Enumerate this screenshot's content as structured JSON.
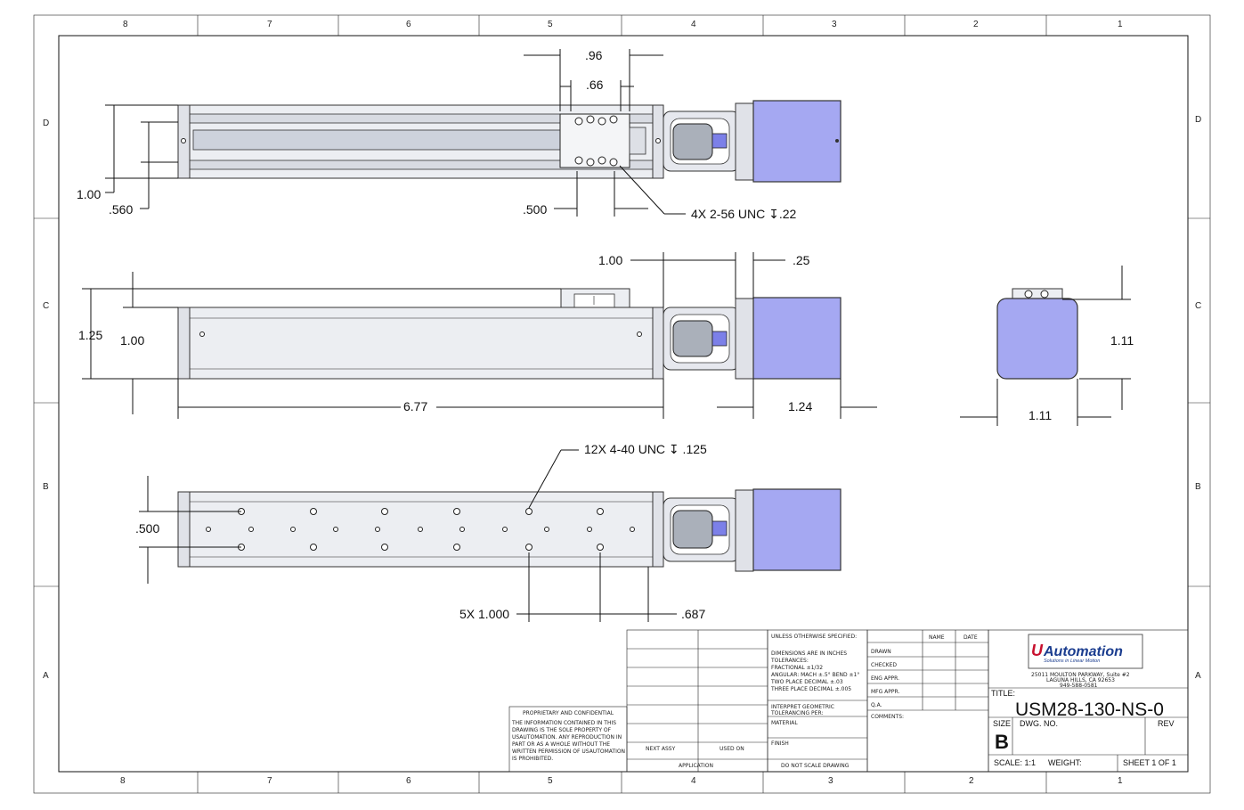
{
  "zones": {
    "columns": [
      "8",
      "7",
      "6",
      "5",
      "4",
      "3",
      "2",
      "1"
    ],
    "rows": [
      "D",
      "C",
      "B",
      "A"
    ]
  },
  "dims": {
    "top_96": ".96",
    "top_66": ".66",
    "top_100": "1.00",
    "top_560": ".560",
    "top_500": ".500",
    "top_note": "4X 2-56 UNC ↧.22",
    "mid_100": "1.00",
    "mid_25": ".25",
    "mid_125": "1.25",
    "mid_100b": "1.00",
    "mid_677": "6.77",
    "mid_124": "1.24",
    "side_111h": "1.11",
    "side_111w": "1.11",
    "bot_note": "12X 4-40 UNC  ↧ .125",
    "bot_500": ".500",
    "bot_5x": "5X 1.000",
    "bot_687": ".687"
  },
  "title_block": {
    "unless": "UNLESS OTHERWISE SPECIFIED:",
    "name": "NAME",
    "date": "DATE",
    "drawn": "DRAWN",
    "checked": "CHECKED",
    "eng_appr": "ENG APPR.",
    "mfg_appr": "MFG APPR.",
    "qa": "Q.A.",
    "comments": "COMMENTS:",
    "tol1": "DIMENSIONS ARE IN INCHES",
    "tol2": "TOLERANCES:",
    "tol3": "FRACTIONAL ±1/32",
    "tol4": "ANGULAR: MACH ±.5° BEND ±1°",
    "tol5": "TWO PLACE DECIMAL  ±.03",
    "tol6": "THREE PLACE DECIMAL ±.005",
    "interp1": "INTERPRET GEOMETRIC",
    "interp2": "TOLERANCING PER:",
    "material": "MATERIAL",
    "finish": "FINISH",
    "next_assy": "NEXT ASSY",
    "used_on": "USED ON",
    "application": "APPLICATION",
    "do_not_scale": "DO NOT SCALE DRAWING",
    "prop_title": "PROPRIETARY AND CONFIDENTIAL",
    "prop1": "THE INFORMATION CONTAINED IN THIS",
    "prop2": "DRAWING IS THE SOLE PROPERTY OF",
    "prop3": "USAUTOMATION. ANY REPRODUCTION IN",
    "prop4": "PART OR AS A WHOLE WITHOUT THE",
    "prop5": "WRITTEN PERMISSION OF USAUTOMATION",
    "prop6": "IS PROHIBITED.",
    "logo_u": "U",
    "logo_text": "Automation",
    "logo_tag": "Solutions in Linear Motion",
    "addr1": "25011 MOULTON PARKWAY, Suite #2",
    "addr2": "LAGUNA HILLS, CA 92653",
    "addr3": "949-588-0581",
    "title_label": "TITLE:",
    "title_value": "USM28-130-NS-0",
    "size_label": "SIZE",
    "size_value": "B",
    "dwg_no": "DWG.  NO.",
    "rev": "REV",
    "scale": "SCALE: 1:1",
    "weight": "WEIGHT:",
    "sheet": "SHEET 1 OF 1"
  }
}
